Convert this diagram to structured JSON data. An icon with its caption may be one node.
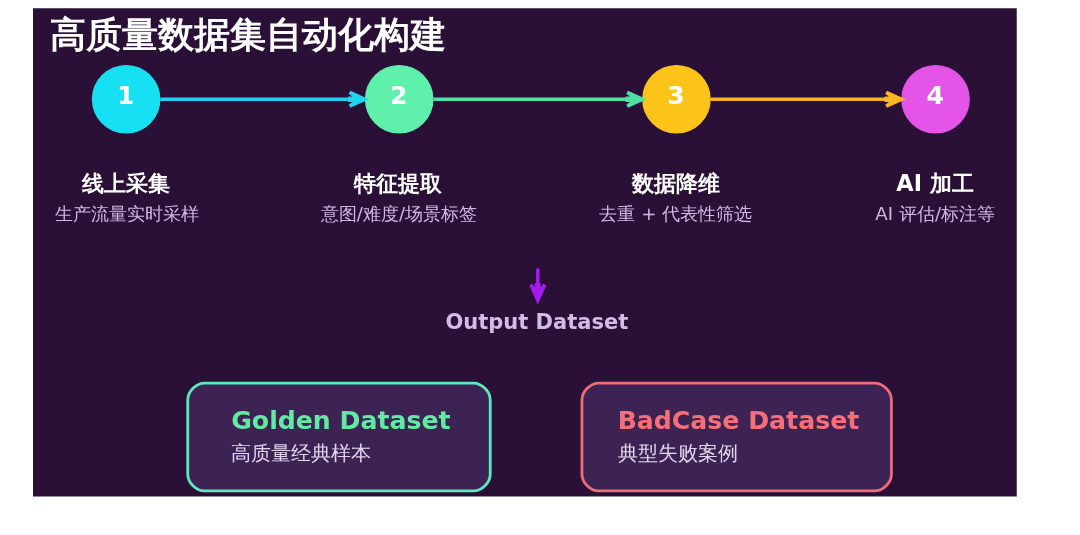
{
  "diagram": {
    "title": "高质量数据集自动化构建",
    "nodes": [
      {
        "text": [
          "1"
        ],
        "beside": [
          "线上采集",
          "生产流量实时采样"
        ]
      },
      {
        "text": [
          "2"
        ],
        "beside": [
          "特征提取",
          "意图/难度/场景标签"
        ]
      },
      {
        "text": [
          "3"
        ],
        "beside": [
          "数据降维",
          "去重 + 代表性筛选"
        ]
      },
      {
        "text": [
          "4"
        ],
        "beside": [
          "AI 加工",
          "AI 评估/标注等"
        ]
      },
      {
        "text": [
          "Output Dataset"
        ]
      },
      {
        "text": [
          "Golden Dataset",
          "高质量经典样本"
        ]
      },
      {
        "text": [
          "BadCase Dataset",
          "典型失败案例"
        ]
      }
    ],
    "edges": [
      {
        "from": 0,
        "to": 1,
        "arrow": "to",
        "color": "#22d3ee"
      },
      {
        "from": 1,
        "to": 2,
        "arrow": "to",
        "color": "#4fe0a8"
      },
      {
        "from": 2,
        "to": 3,
        "arrow": "to",
        "color": "#fbb424"
      },
      {
        "from": null,
        "to": 4,
        "arrow": "to",
        "color": "#a21cf0"
      }
    ]
  }
}
